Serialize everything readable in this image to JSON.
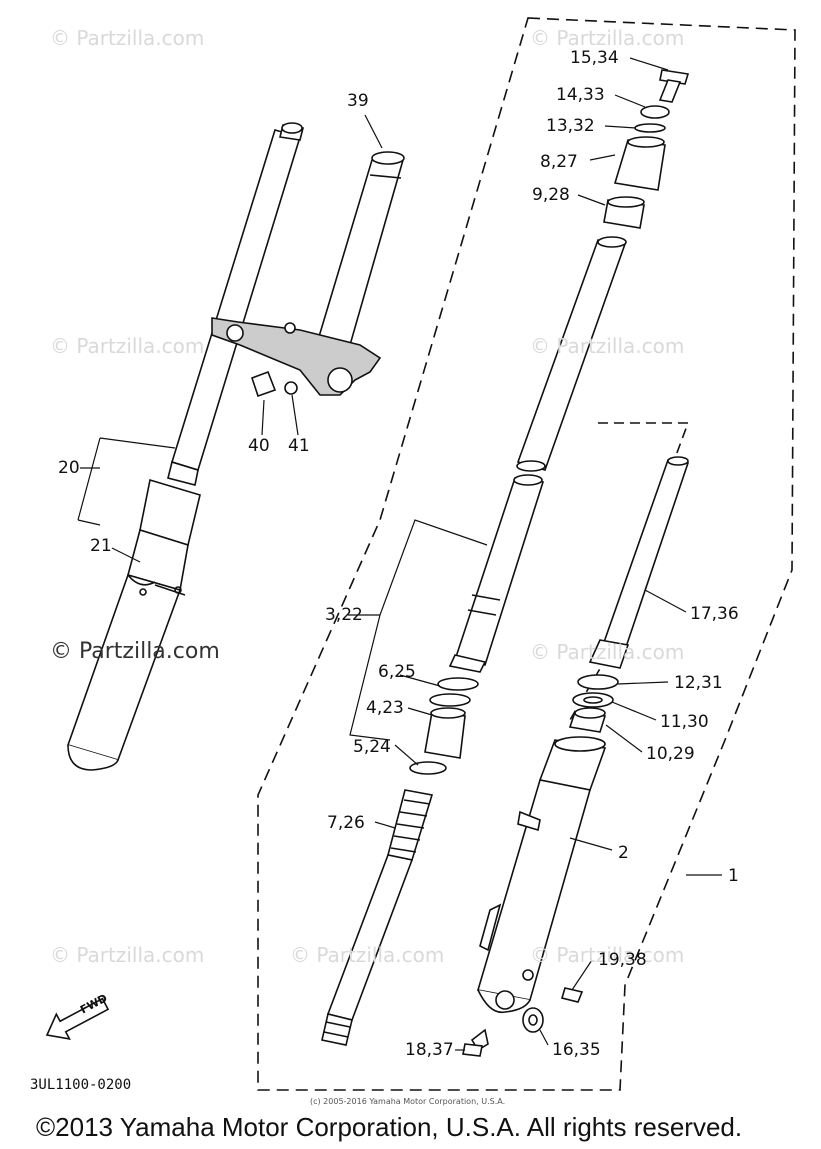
{
  "watermarks": [
    "© Partzilla.com",
    "© Partzilla.com",
    "© Partzilla.com",
    "© Partzilla.com",
    "© Partzilla.com",
    "© Partzilla.com",
    "© Partzilla.com",
    "© Partzilla.com",
    "© Partzilla.com"
  ],
  "callouts": {
    "c15_34": "15,34",
    "c14_33": "14,33",
    "c13_32": "13,32",
    "c8_27": "8,27",
    "c9_28": "9,28",
    "c39": "39",
    "c40": "40",
    "c41": "41",
    "c20": "20",
    "c21": "21",
    "c3_22": "3,22",
    "c6_25": "6,25",
    "c4_23": "4,23",
    "c5_24": "5,24",
    "c7_26": "7,26",
    "c17_36": "17,36",
    "c12_31": "12,31",
    "c11_30": "11,30",
    "c10_29": "10,29",
    "c2": "2",
    "c1": "1",
    "c19_38": "19,38",
    "c18_37": "18,37",
    "c16_35": "16,35"
  },
  "fwd_label": "FWD",
  "diagram_code": "3UL1100-0200",
  "small_copyright": "(c) 2005-2016 Yamaha Motor Corporation, U.S.A.",
  "footer_copyright": "©2013 Yamaha Motor Corporation, U.S.A. All rights reserved."
}
